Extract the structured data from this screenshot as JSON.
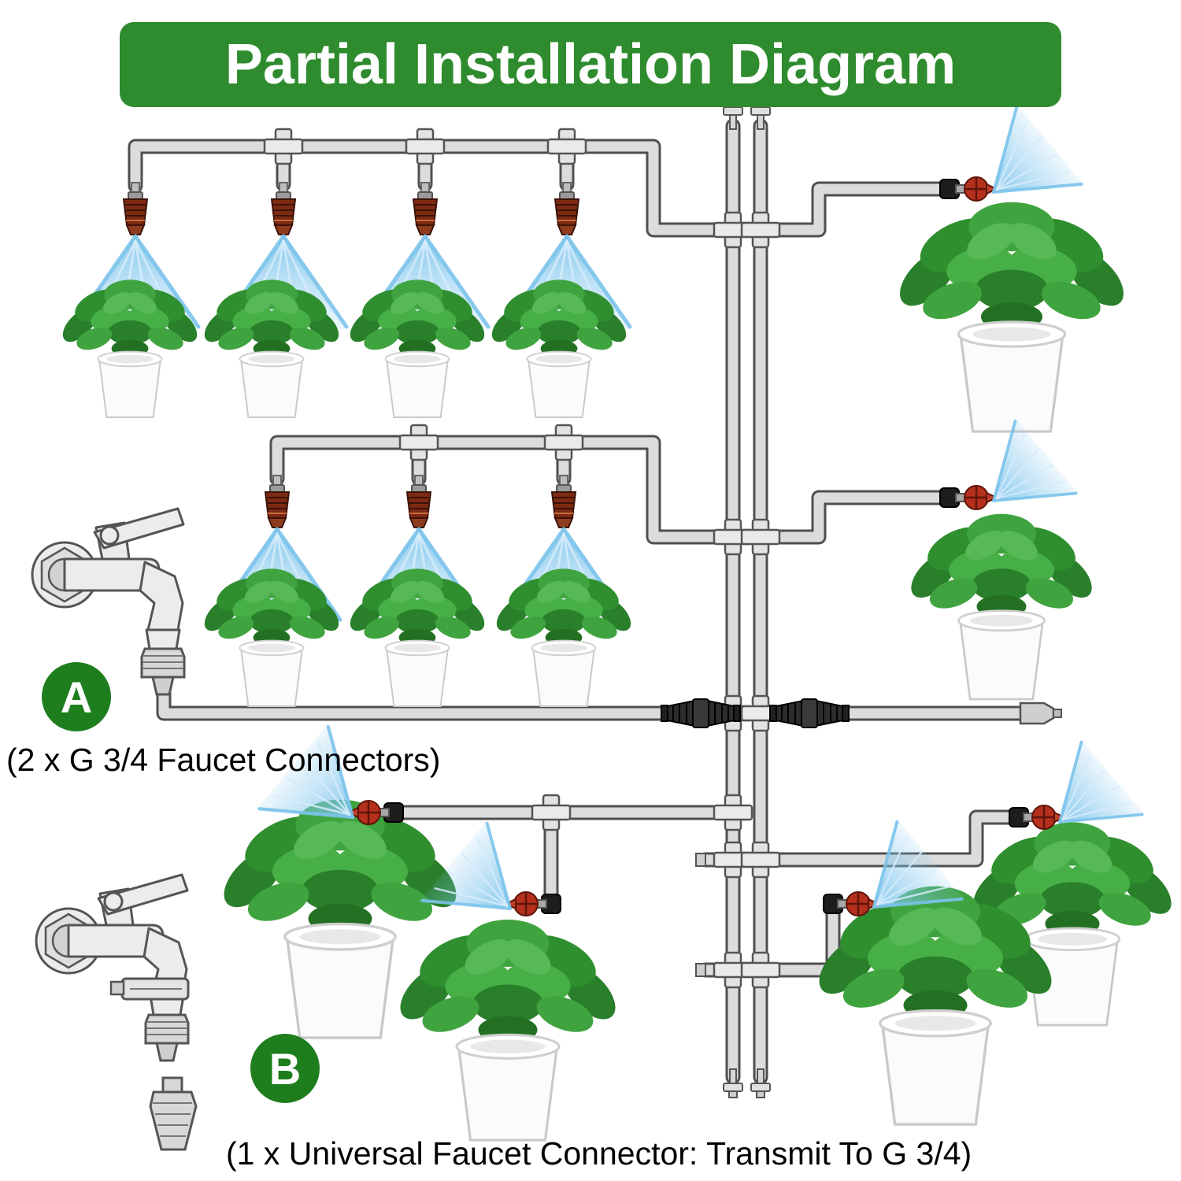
{
  "title": "Partial Installation Diagram",
  "badges": {
    "a": "A",
    "b": "B"
  },
  "captions": {
    "a": "(2 x G 3/4 Faucet Connectors)",
    "b": "(1 x Universal Faucet Connector: Transmit To G 3/4)"
  },
  "colors": {
    "banner_green": "#2e8b2e",
    "badge_green": "#1e7e1e",
    "pipe_fill": "#dcdcdc",
    "pipe_outline": "#4f4f4f",
    "mist_blue": "#7cc4ec",
    "nozzle_red": "#7c2a12",
    "dripper_red": "#b5301c",
    "leaf_green": "#2f8f2f",
    "pot_white": "#fbfbfb"
  }
}
